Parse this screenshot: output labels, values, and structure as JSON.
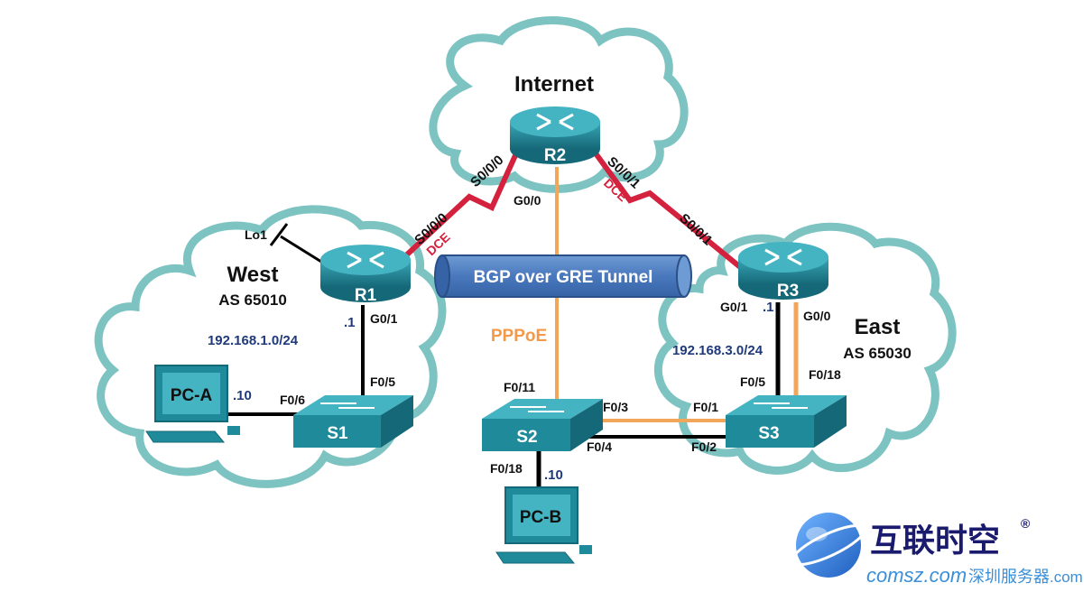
{
  "clouds": {
    "internet": "Internet",
    "west": "West",
    "west_as": "AS 65010",
    "east": "East",
    "east_as": "AS 65030"
  },
  "devices": {
    "r1": "R1",
    "r2": "R2",
    "r3": "R3",
    "s1": "S1",
    "s2": "S2",
    "s3": "S3",
    "pca": "PC-A",
    "pcb": "PC-B"
  },
  "tunnel": "BGP over GRE Tunnel",
  "pppoe": "PPPoE",
  "networks": {
    "west_net": "192.168.1.0/24",
    "east_net": "192.168.3.0/24"
  },
  "hosts": {
    "r1_host": ".1",
    "r3_host": ".1",
    "pca_host": ".10",
    "pcb_host": ".10"
  },
  "ports": {
    "r1_s000": "S0/0/0",
    "r1_dce": "DCE",
    "r1_lo1": "Lo1",
    "r1_g01": "G0/1",
    "r2_s000": "S0/0/0",
    "r2_s001": "S0/0/1",
    "r2_g00": "G0/0",
    "r2_dce": "DCE",
    "r3_s001": "S0/0/1",
    "r3_g01": "G0/1",
    "r3_g00": "G0/0",
    "s1_f05": "F0/5",
    "s1_f06": "F0/6",
    "s2_f011": "F0/11",
    "s2_f03": "F0/3",
    "s2_f04": "F0/4",
    "s2_f018": "F0/18",
    "s3_f01": "F0/1",
    "s3_f02": "F0/2",
    "s3_f05": "F0/5",
    "s3_f018": "F0/18"
  },
  "watermark": {
    "brand": "互联时空",
    "reg": "®",
    "site": "comsz.com",
    "sub": "深圳服务器",
    "sub_domain": ".com"
  },
  "colors": {
    "cloud_stroke": "#5fb3b0",
    "serial": "#d4213d",
    "ethernet": "#000000",
    "pppoe_link": "#f2a65a",
    "tunnel_fill": "#4f7fc0",
    "device": "#1e8a9a",
    "net_label": "#1f3a7a",
    "pppoe_label": "#f29a4a",
    "brand": "#1a1a6e"
  }
}
